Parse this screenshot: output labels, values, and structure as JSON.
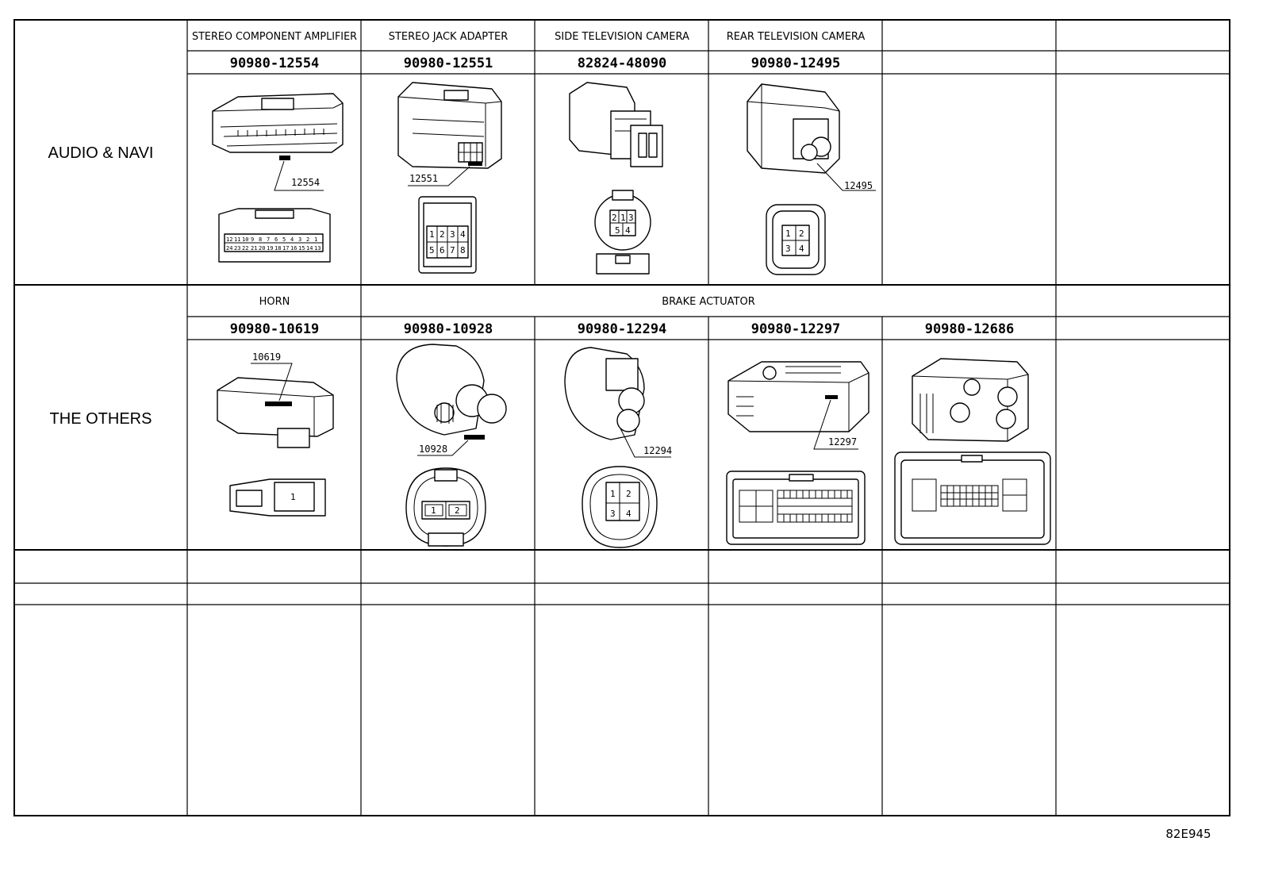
{
  "rows": [
    {
      "category": "AUDIO & NAVI",
      "connectors": [
        {
          "name": "STEREO COMPONENT AMPLIFIER",
          "part": "90980-12554",
          "callout": "12554",
          "pins": [
            "12",
            "11",
            "10",
            "9",
            "8",
            "7",
            "6",
            "5",
            "4",
            "3",
            "2",
            "1",
            "24",
            "23",
            "22",
            "21",
            "20",
            "19",
            "18",
            "17",
            "16",
            "15",
            "14",
            "13"
          ]
        },
        {
          "name": "STEREO JACK ADAPTER",
          "part": "90980-12551",
          "callout": "12551",
          "pins": [
            "1",
            "2",
            "3",
            "4",
            "5",
            "6",
            "7",
            "8"
          ]
        },
        {
          "name": "SIDE TELEVISION CAMERA",
          "part": "82824-48090",
          "callout": "",
          "pins": [
            "2",
            "1",
            "3",
            "5",
            "4"
          ]
        },
        {
          "name": "REAR TELEVISION CAMERA",
          "part": "90980-12495",
          "callout": "12495",
          "pins": [
            "1",
            "2",
            "3",
            "4"
          ]
        }
      ]
    },
    {
      "category": "THE OTHERS",
      "group_labels": [
        "HORN",
        "BRAKE ACTUATOR"
      ],
      "connectors": [
        {
          "name": "",
          "part": "90980-10619",
          "callout": "10619",
          "pins": [
            "1"
          ]
        },
        {
          "name": "",
          "part": "90980-10928",
          "callout": "10928",
          "pins": [
            "1",
            "2"
          ]
        },
        {
          "name": "",
          "part": "90980-12294",
          "callout": "12294",
          "pins": [
            "1",
            "2",
            "3",
            "4"
          ]
        },
        {
          "name": "",
          "part": "90980-12297",
          "callout": "12297",
          "pins": []
        },
        {
          "name": "",
          "part": "90980-12686",
          "callout": "",
          "pins": []
        }
      ]
    }
  ],
  "figure_code": "82E945"
}
